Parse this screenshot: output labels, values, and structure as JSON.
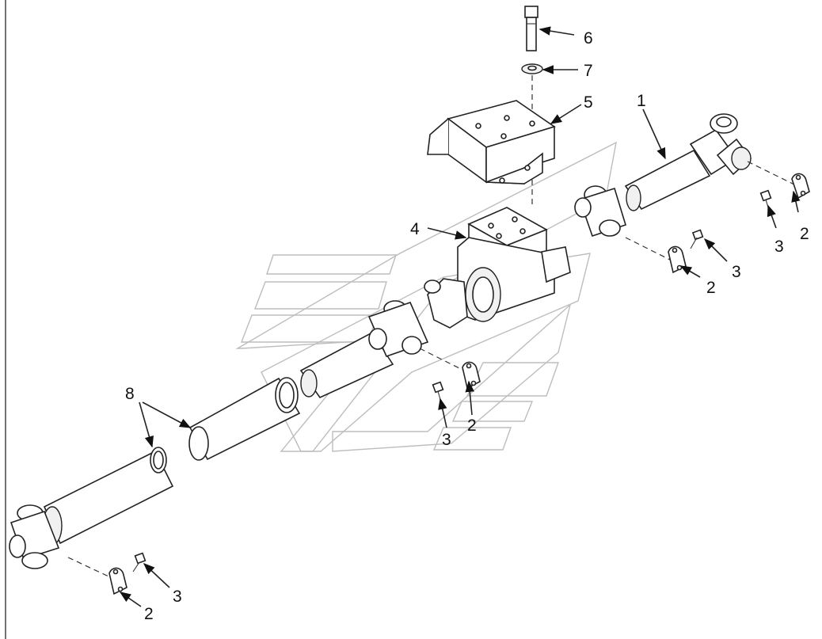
{
  "callouts": {
    "c1": "1",
    "c2a": "2",
    "c2b": "2",
    "c2c": "2",
    "c2d": "2",
    "c3a": "3",
    "c3b": "3",
    "c3c": "3",
    "c3d": "3",
    "c4": "4",
    "c5": "5",
    "c6": "6",
    "c7": "7",
    "c8": "8"
  }
}
